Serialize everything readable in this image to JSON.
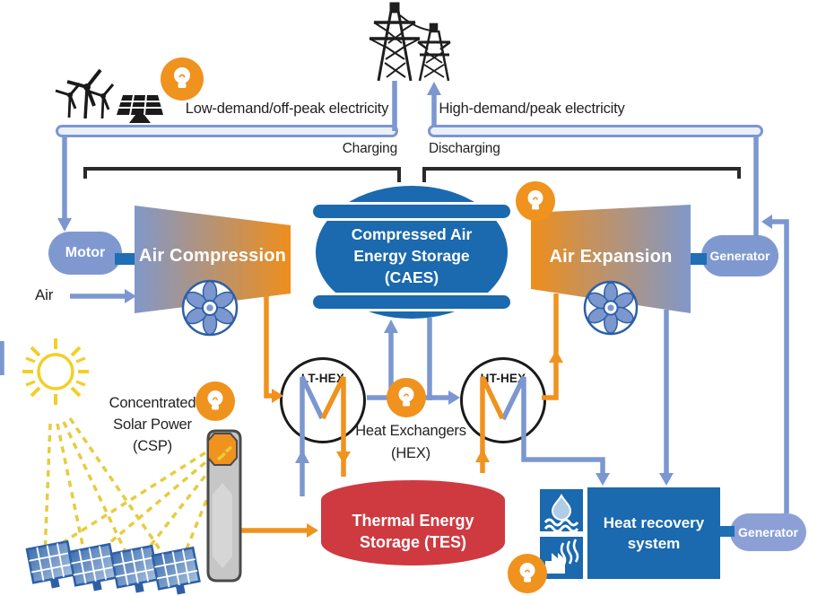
{
  "palette": {
    "line_blue": "#7C97D0",
    "dark_blue_stub": "#1F6FB5",
    "box_blue": "#1B69AE",
    "orange": "#F0921E",
    "tes_red": "#CE3A40",
    "sun_yellow": "#F2CF26",
    "ray_yellow": "#E6CC3F",
    "text_black": "#231F20",
    "pill_blue": "#7F99D0",
    "pill_blue_light": "#8CA0D6",
    "tower_gray": "#C6C6C6"
  },
  "grid": {
    "low_demand_label": "Low-demand/off-peak electricity",
    "high_demand_label": "High-demand/peak electricity",
    "charging_label": "Charging",
    "discharging_label": "Discharging"
  },
  "compression": {
    "motor_label": "Motor",
    "air_label": "Air",
    "name": "Air Compression"
  },
  "expansion": {
    "name": "Air Expansion",
    "generator_label": "Generator"
  },
  "caes": {
    "line1": "Compressed Air",
    "line2": "Energy Storage",
    "line3": "(CAES)"
  },
  "hex": {
    "lt_label": "LT-HEX",
    "ht_label": "HT-HEX",
    "caption_line1": "Heat Exchangers",
    "caption_line2": "(HEX)"
  },
  "tes": {
    "line1": "Thermal Energy",
    "line2": "Storage (TES)"
  },
  "csp": {
    "line1": "Concentrated",
    "line2": "Solar Power",
    "line3": "(CSP)"
  },
  "heat_recovery": {
    "line1": "Heat recovery",
    "line2": "system",
    "generator_label": "Generator"
  },
  "icons": [
    "transmission-towers-icon",
    "wind-turbines-icon",
    "solar-panel-icon",
    "lightbulb-icon",
    "fan-icon",
    "sun-icon",
    "heliostat-panels-icon",
    "solar-tower-icon",
    "water-icon",
    "industrial-heat-icon"
  ]
}
